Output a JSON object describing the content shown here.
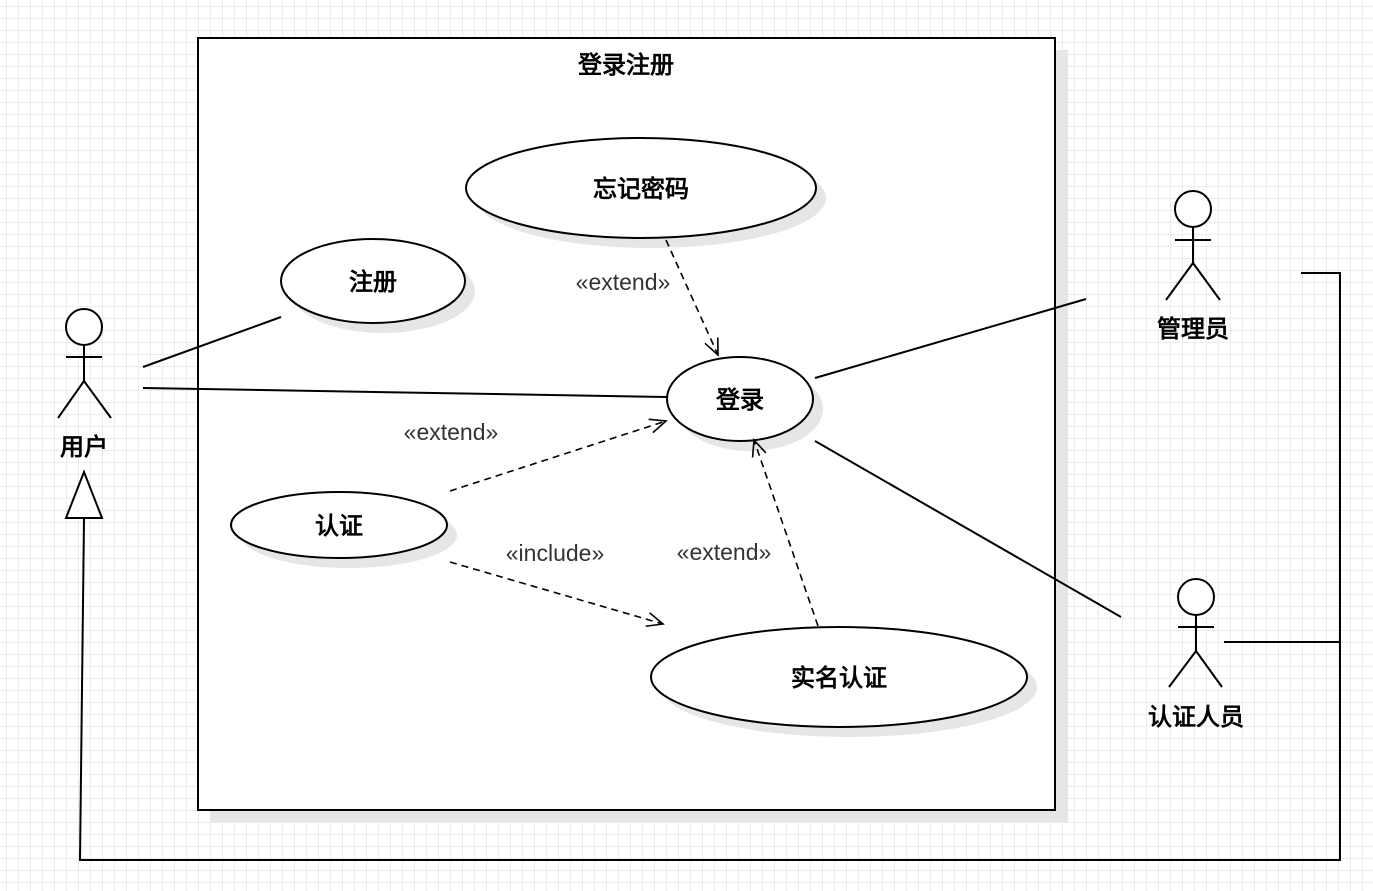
{
  "system": {
    "title": "登录注册"
  },
  "use_cases": {
    "forgot_password": "忘记密码",
    "register": "注册",
    "login": "登录",
    "authenticate": "认证",
    "real_name_auth": "实名认证"
  },
  "actors": {
    "user": "用户",
    "admin": "管理员",
    "certifier": "认证人员"
  },
  "relations": {
    "forgot_to_login": "«extend»",
    "auth_to_login": "«extend»",
    "auth_to_realname": "«include»",
    "realname_to_login": "«extend»"
  }
}
